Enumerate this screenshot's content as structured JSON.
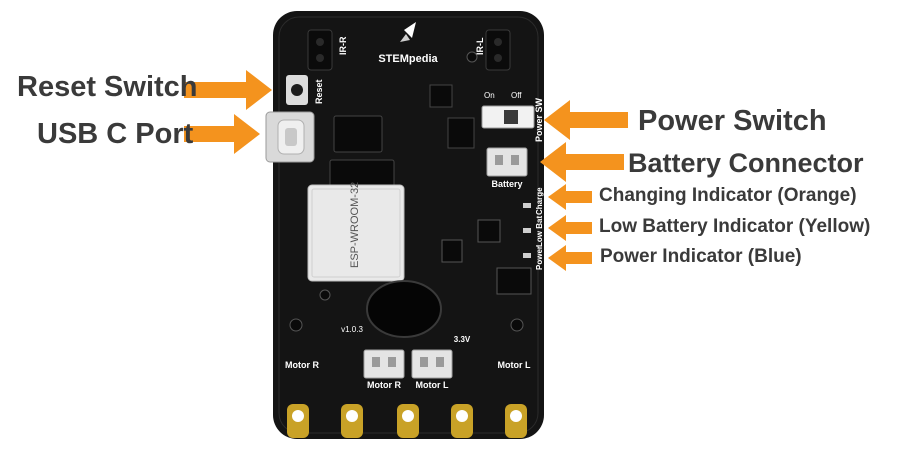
{
  "board": {
    "logo": "STEMpedia",
    "module": "ESP-WROOM-32",
    "version": "v1.0.3",
    "silkscreen": {
      "ir_right": "IR-R",
      "ir_left": "IR-L",
      "reset": "Reset",
      "on": "On",
      "off": "Off",
      "power_sw": "Power SW",
      "battery": "Battery",
      "charge": "Charge",
      "low_bat": "Low Bat",
      "power": "Power",
      "v33": "3.3V",
      "motor_r": "Motor R",
      "motor_l": "Motor L"
    }
  },
  "callouts": {
    "reset_switch": "Reset Switch",
    "usb_c_port": "USB C Port",
    "power_switch": "Power Switch",
    "battery_connector": "Battery Connector",
    "charging_indicator": "Changing Indicator (Orange)",
    "low_battery_indicator": "Low Battery Indicator (Yellow)",
    "power_indicator": "Power Indicator (Blue)"
  },
  "colors": {
    "pcb": "#141414",
    "arrow": "#f4931e",
    "label_text": "#3a3a3a",
    "gold": "#c9a227",
    "silk": "#ffffff"
  }
}
